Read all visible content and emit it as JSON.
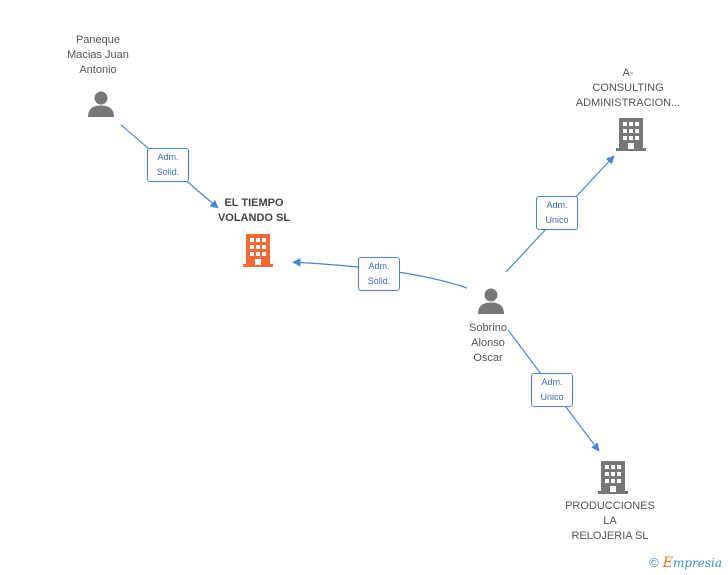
{
  "colors": {
    "edge": "#4a86d6",
    "edge_dark": "#3b6fb6",
    "person": "#777777",
    "company": "#777777",
    "company_highlight": "#f06a36",
    "label": "#555555"
  },
  "nodes": {
    "paneque": {
      "type": "person",
      "icon": "person-icon",
      "label_lines": [
        "Paneque",
        "Macias Juan",
        "Antonio"
      ]
    },
    "tiempo": {
      "type": "company",
      "icon": "building-icon",
      "highlight": true,
      "label_lines": [
        "EL TIEMPO",
        "VOLANDO SL"
      ]
    },
    "aconsulting": {
      "type": "company",
      "icon": "building-icon",
      "label_lines": [
        "A-",
        "CONSULTING",
        "ADMINISTRACION..."
      ]
    },
    "sobrino": {
      "type": "person",
      "icon": "person-icon",
      "label_lines": [
        "Sobrino",
        "Alonso",
        "Oscar"
      ]
    },
    "producciones": {
      "type": "company",
      "icon": "building-icon",
      "label_lines": [
        "PRODUCCIONES",
        "LA",
        "RELOJERIA SL"
      ]
    }
  },
  "edges": [
    {
      "from": "paneque",
      "to": "tiempo",
      "label_lines": [
        "Adm.",
        "Solid."
      ]
    },
    {
      "from": "sobrino",
      "to": "tiempo",
      "label_lines": [
        "Adm.",
        "Solid."
      ]
    },
    {
      "from": "sobrino",
      "to": "aconsulting",
      "label_lines": [
        "Adm.",
        "Unico"
      ]
    },
    {
      "from": "sobrino",
      "to": "producciones",
      "label_lines": [
        "Adm.",
        "Unico"
      ]
    }
  ],
  "footer": {
    "copyright": "©",
    "brand_initial": "E",
    "brand_rest": "mpresia"
  }
}
